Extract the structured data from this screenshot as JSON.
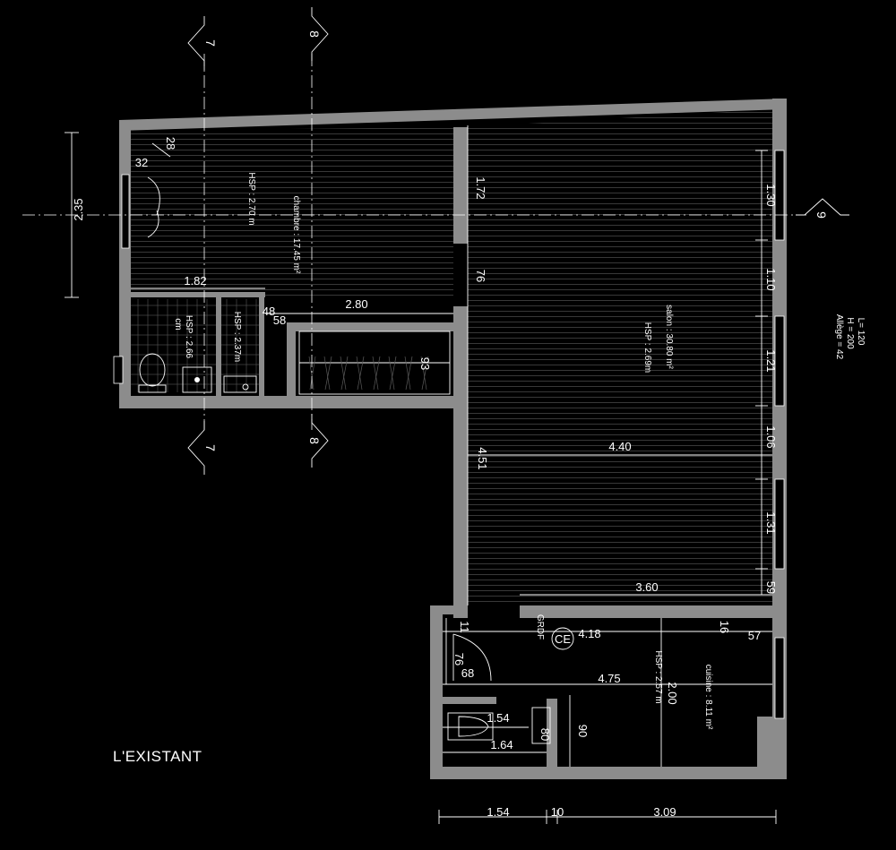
{
  "drawing": {
    "title": "L'EXISTANT",
    "rooms": {
      "chambre": {
        "name": "chambre : 17.45 m²",
        "hsp": "HSP : 2.70 m"
      },
      "salon": {
        "name": "salon : 30.80 m²",
        "hsp": "HSP : 2.69m"
      },
      "cuisine": {
        "name": "cuisine : 8.11 m²",
        "hsp": "HSP : 2.57 m"
      },
      "wc": {
        "hsp": "HSP : 2.66",
        "tag": "cm"
      },
      "sdb": {
        "hsp": "HSP : 2.37m"
      }
    },
    "window_spec": {
      "line1": "L= 120",
      "line2": "H = 200",
      "line3": "Allège = 42"
    },
    "section_markers": {
      "s7": "7",
      "s8": "8",
      "s9": "9"
    },
    "tags": {
      "ce": "CE",
      "grdf": "GRDF"
    },
    "dimensions": {
      "d_2_35": "2.35",
      "d_28": "28",
      "d_32": "32",
      "d_1_82": "1.82",
      "d_48": "48",
      "d_58": "58",
      "d_2_80": "2.80",
      "d_93": "93",
      "d_1_72": "1.72",
      "d_76a": "76",
      "d_4_51": "4.51",
      "d_4_40": "4.40",
      "d_3_60": "3.60",
      "d_1_30": "1.30",
      "d_1_10": "1.10",
      "d_1_21": "1.21",
      "d_1_06": "1.06",
      "d_1_31": "1.31",
      "d_59": "59",
      "d_11": "11",
      "d_76b": "76",
      "d_68": "68",
      "d_4_18": "4.18",
      "d_16": "16",
      "d_57": "57",
      "d_4_75": "4.75",
      "d_2_00": "2.00",
      "d_1_54a": "1.54",
      "d_80": "80",
      "d_90": "90",
      "d_1_64": "1.64",
      "d_1_54b": "1.54",
      "d_10": "10",
      "d_3_09": "3.09"
    }
  }
}
